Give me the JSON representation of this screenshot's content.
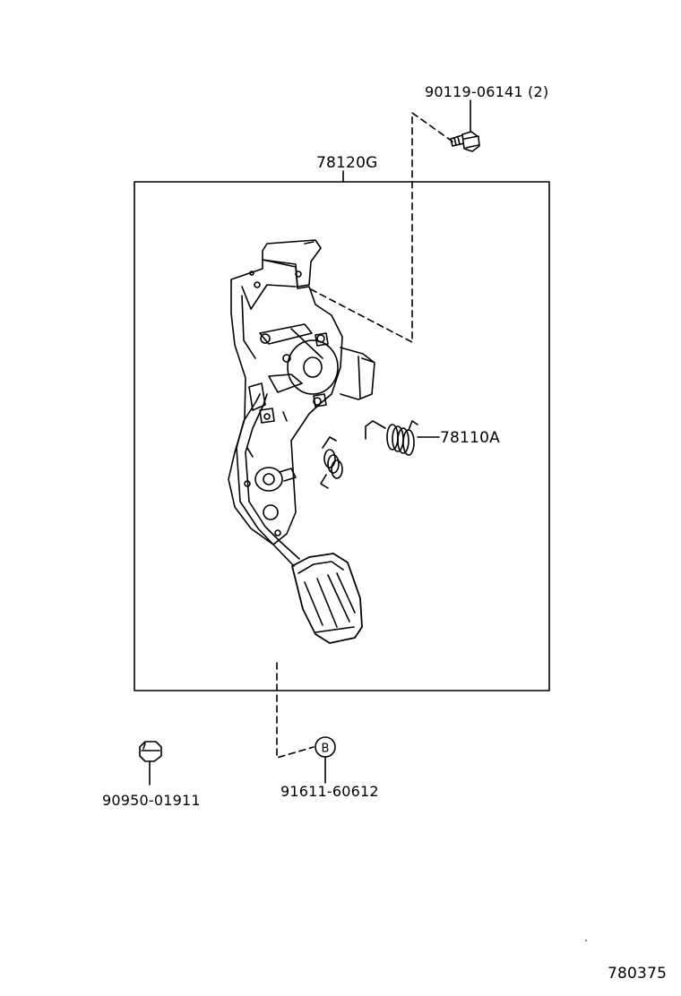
{
  "labels": {
    "bolt": "90119-06141 (2)",
    "assembly": "78120G",
    "spring": "78110A",
    "clip": "90950-01911",
    "pin": "91611-60612",
    "pin_marker": "B",
    "diagram_id": "780375"
  },
  "colors": {
    "line": "#000000",
    "background": "#ffffff"
  }
}
